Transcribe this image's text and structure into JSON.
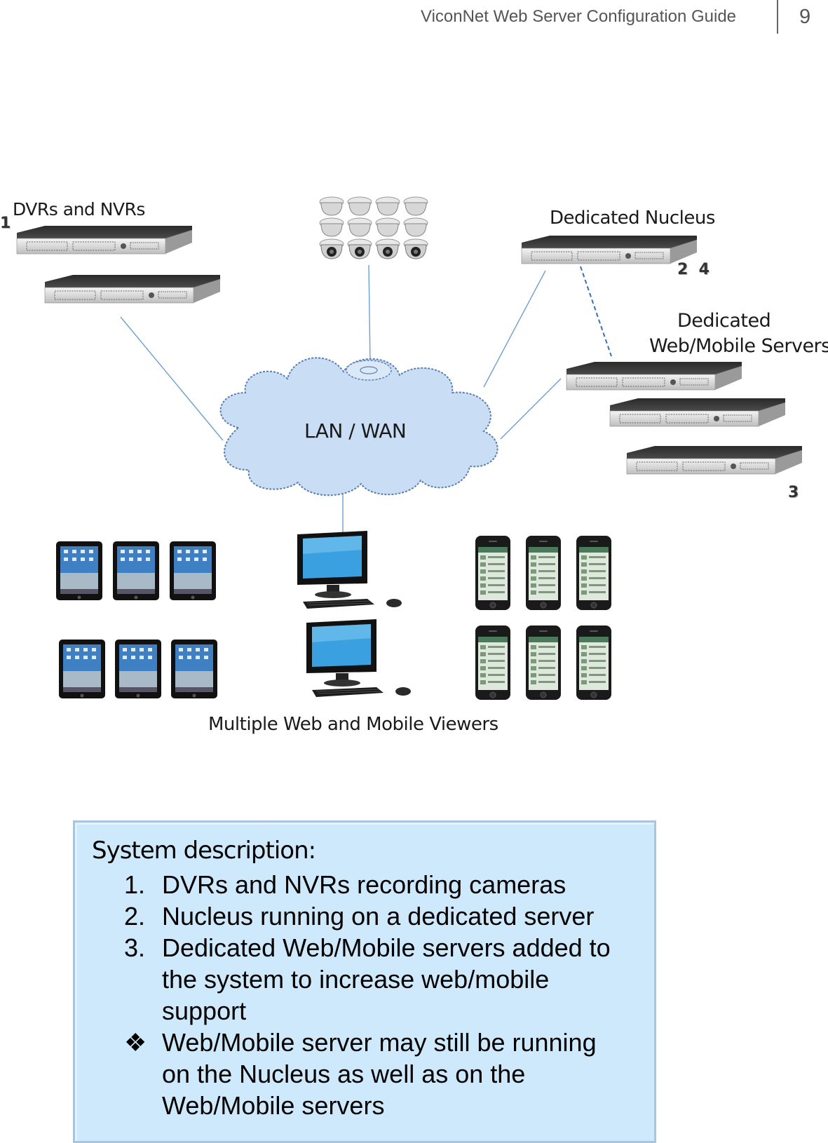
{
  "header": {
    "title": "ViconNet Web Server Configuration Guide",
    "page_number": "9"
  },
  "diagram": {
    "labels": {
      "dvrs": "DVRs and NVRs",
      "nucleus": "Dedicated Nucleus",
      "webmobile_line1": "Dedicated",
      "webmobile_line2": "Web/Mobile Servers",
      "cloud": "LAN / WAN",
      "viewers": "Multiple Web and Mobile Viewers"
    },
    "numbers": {
      "dvr_number": "1",
      "nucleus_numbers": "2  4",
      "web_number": "3"
    },
    "icons": [
      "rack-server-icon",
      "dome-camera-icon",
      "cloud-icon",
      "tablet-icon",
      "desktop-computer-icon",
      "smartphone-icon"
    ],
    "colors": {
      "cloud_fill": "#c9ddf5",
      "cloud_stroke": "#5a7fb0",
      "link_line": "#6f9fd0",
      "box_fill": "#cde9fb"
    }
  },
  "description": {
    "title": "System description:",
    "items": [
      {
        "marker": "1.",
        "text": "DVRs and NVRs recording cameras"
      },
      {
        "marker": "2.",
        "text": "Nucleus running on a dedicated server"
      },
      {
        "marker": "3.",
        "text": "Dedicated Web/Mobile servers added to the system to increase web/mobile support"
      },
      {
        "marker": "❖",
        "text": "Web/Mobile server may still be running on the Nucleus as well as on the Web/Mobile servers"
      }
    ]
  }
}
